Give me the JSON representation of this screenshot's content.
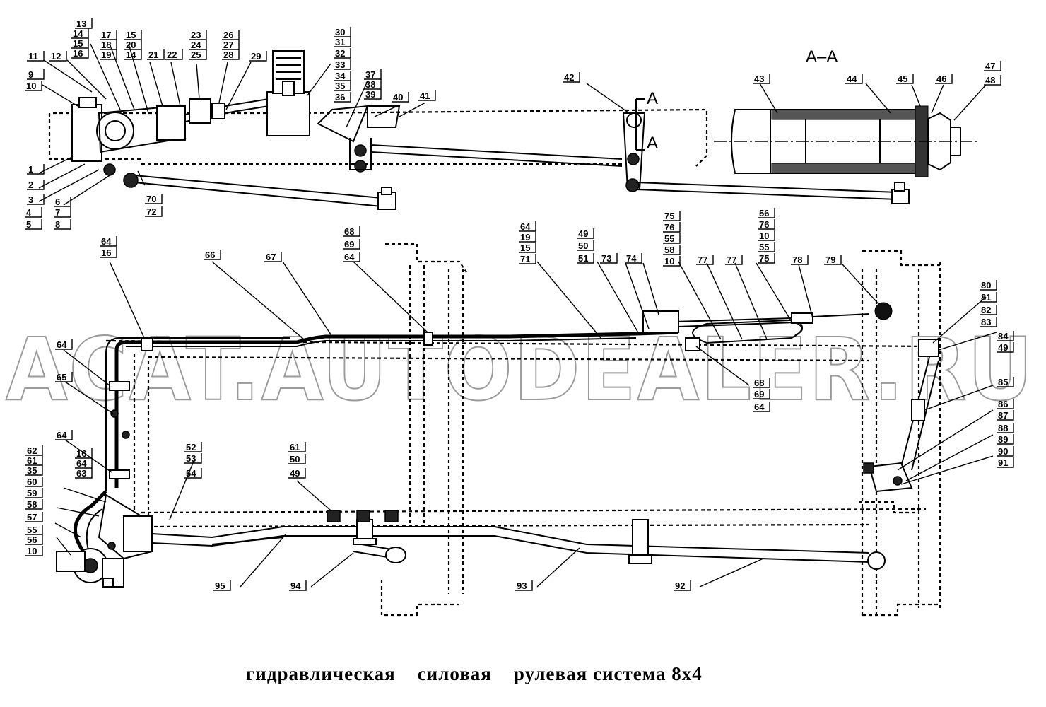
{
  "caption": "гидравлическая    силовая    рулевая система 8х4",
  "watermark": "ACAT.AUTODEALER.RU",
  "section_title": "A–A",
  "section_marks": [
    "A",
    "A"
  ],
  "labels": [
    "13",
    "14",
    "15",
    "16",
    "17",
    "18",
    "19",
    "15",
    "20",
    "14",
    "21",
    "22",
    "23",
    "24",
    "25",
    "26",
    "27",
    "28",
    "29",
    "30",
    "31",
    "32",
    "33",
    "34",
    "35",
    "36",
    "37",
    "38",
    "39",
    "40",
    "41",
    "42",
    "43",
    "44",
    "45",
    "46",
    "47",
    "48",
    "11",
    "12",
    "9",
    "10",
    "1",
    "2",
    "3",
    "4",
    "5",
    "6",
    "7",
    "8",
    "70",
    "72",
    "64",
    "16",
    "66",
    "67",
    "68",
    "69",
    "64",
    "64",
    "19",
    "15",
    "71",
    "49",
    "50",
    "51",
    "73",
    "74",
    "75",
    "76",
    "55",
    "58",
    "10",
    "77",
    "77",
    "56",
    "76",
    "10",
    "55",
    "75",
    "78",
    "79",
    "80",
    "81",
    "82",
    "83",
    "84",
    "49",
    "85",
    "86",
    "87",
    "88",
    "89",
    "90",
    "91",
    "68",
    "69",
    "64",
    "64",
    "65",
    "64",
    "16",
    "64",
    "63",
    "62",
    "61",
    "35",
    "60",
    "59",
    "58",
    "57",
    "55",
    "56",
    "10",
    "52",
    "53",
    "54",
    "61",
    "50",
    "49",
    "95",
    "94",
    "93",
    "92"
  ]
}
